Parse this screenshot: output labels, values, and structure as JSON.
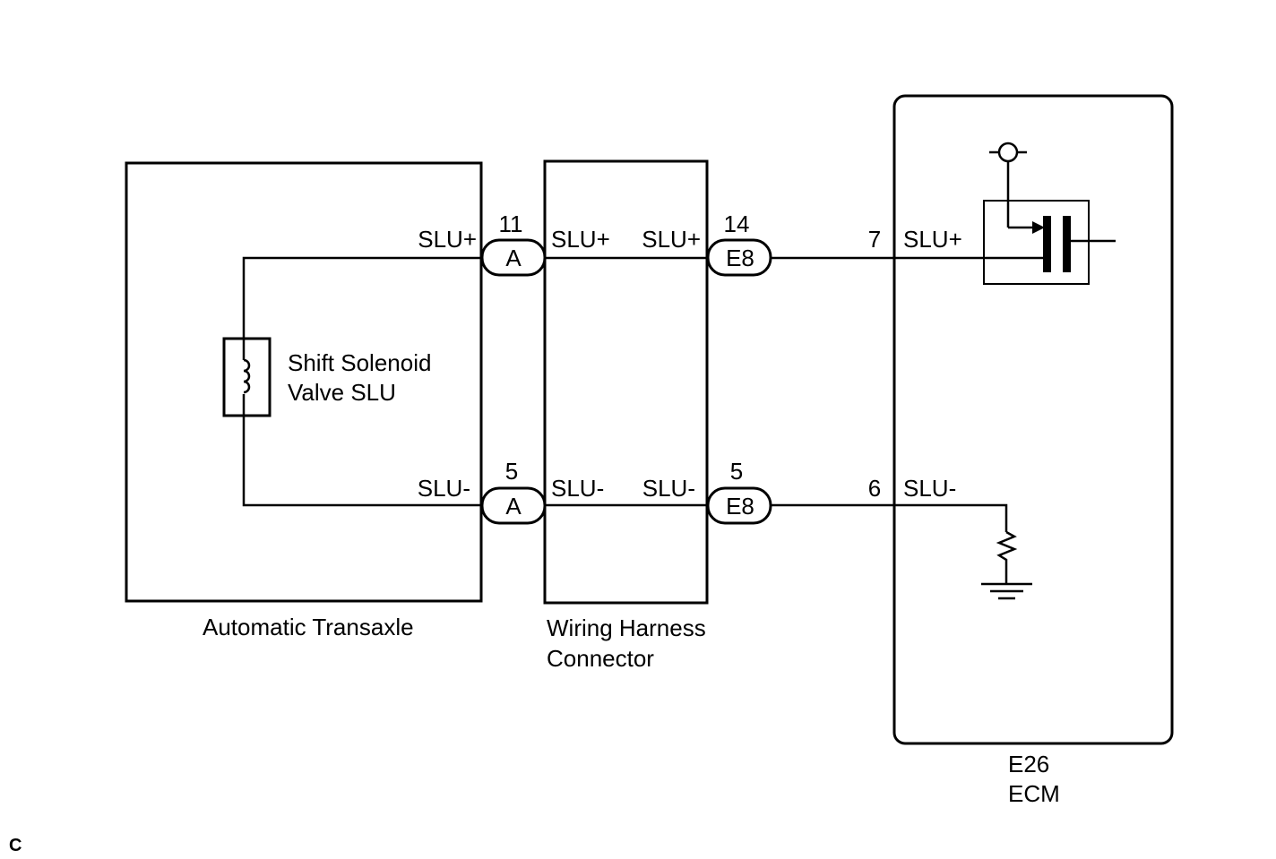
{
  "components": {
    "transaxle": {
      "label": "Automatic Transaxle"
    },
    "solenoid": {
      "line1": "Shift Solenoid",
      "line2": "Valve SLU"
    },
    "harness": {
      "line1": "Wiring Harness",
      "line2": "Connector"
    },
    "ecm": {
      "line1": "E26",
      "line2": "ECM"
    }
  },
  "connectors": {
    "a_top": {
      "letter": "A",
      "pin": "11"
    },
    "a_bottom": {
      "letter": "A",
      "pin": "5"
    },
    "e8_top": {
      "letter": "E8",
      "pin": "14"
    },
    "e8_bottom": {
      "letter": "E8",
      "pin": "5"
    }
  },
  "ecm_pins": {
    "top": "7",
    "bottom": "6"
  },
  "signals": {
    "plus": "SLU+",
    "minus": "SLU-"
  },
  "corner_mark": "C"
}
